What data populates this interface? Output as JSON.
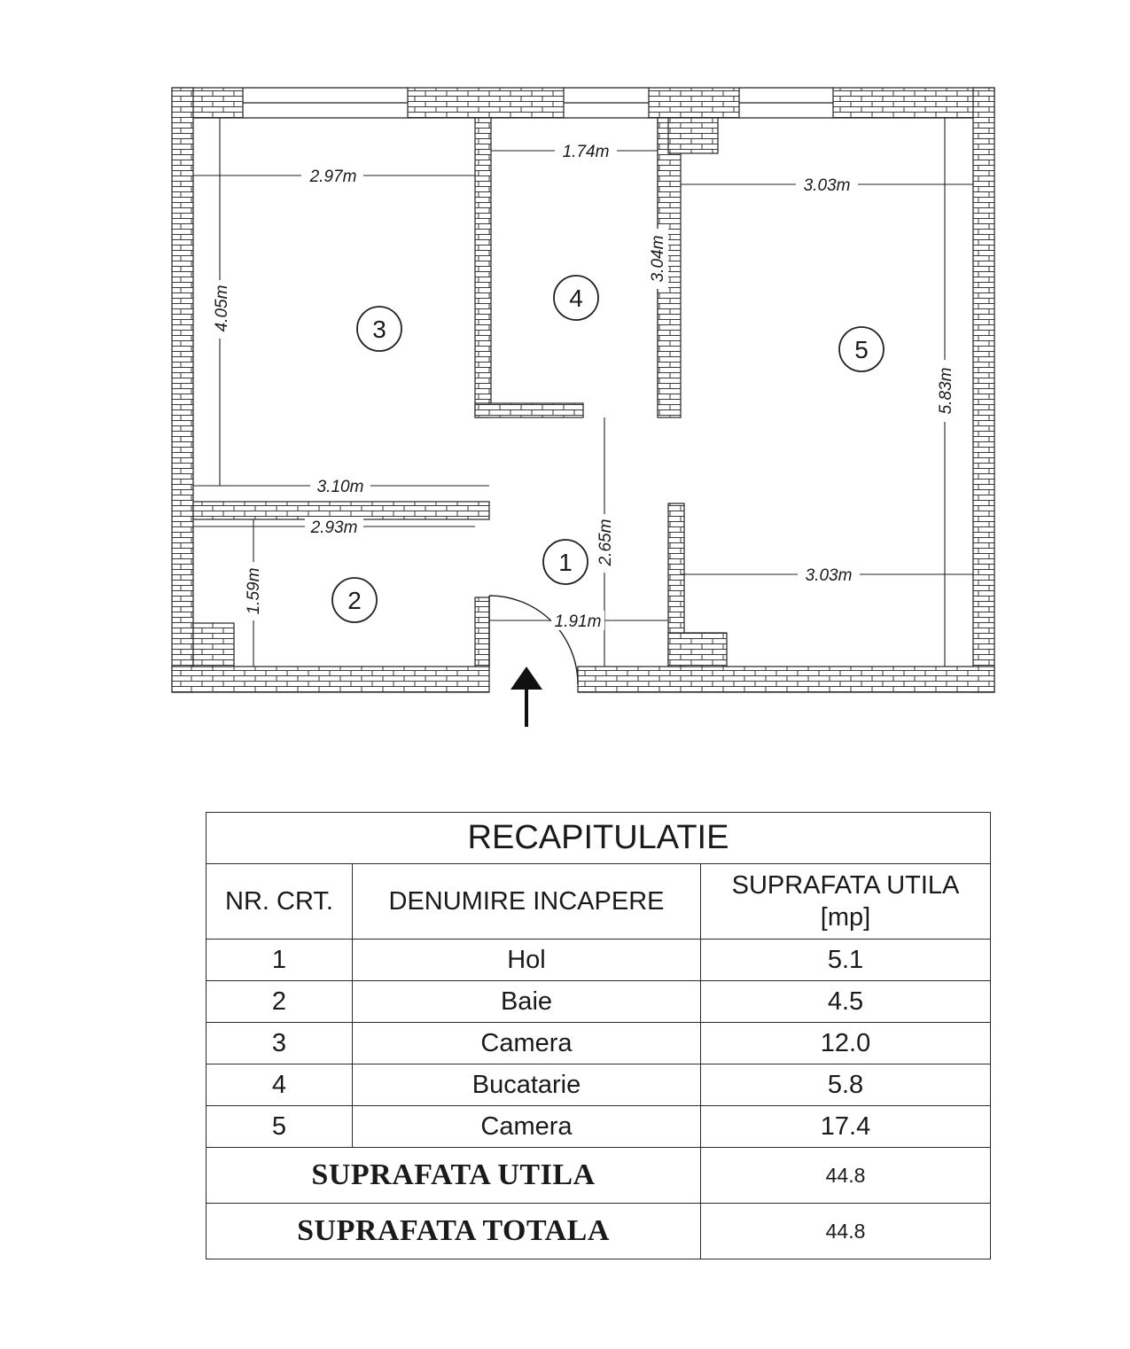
{
  "plan": {
    "rooms": [
      {
        "number": "1"
      },
      {
        "number": "2"
      },
      {
        "number": "3"
      },
      {
        "number": "4"
      },
      {
        "number": "5"
      }
    ],
    "dimensions": {
      "room3_width": "2.97m",
      "room3_height": "4.05m",
      "room3_bottom_width": "3.10m",
      "room4_width": "1.74m",
      "room4_height": "3.04m",
      "room5_top_width": "3.03m",
      "room5_bottom_width": "3.03m",
      "room5_height": "5.83m",
      "room2_width": "2.93m",
      "room2_height": "1.59m",
      "room1_width": "1.91m",
      "room1_height": "2.65m"
    }
  },
  "table": {
    "title": "RECAPITULATIE",
    "headers": {
      "nr": "NR. CRT.",
      "name": "DENUMIRE INCAPERE",
      "area_line1": "SUPRAFATA UTILA",
      "area_line2": "[mp]"
    },
    "rows": [
      {
        "nr": "1",
        "name": "Hol",
        "area": "5.1"
      },
      {
        "nr": "2",
        "name": "Baie",
        "area": "4.5"
      },
      {
        "nr": "3",
        "name": "Camera",
        "area": "12.0"
      },
      {
        "nr": "4",
        "name": "Bucatarie",
        "area": "5.8"
      },
      {
        "nr": "5",
        "name": "Camera",
        "area": "17.4"
      }
    ],
    "totals": [
      {
        "label": "SUPRAFATA UTILA",
        "value": "44.8"
      },
      {
        "label": "SUPRAFATA TOTALA",
        "value": "44.8"
      }
    ]
  }
}
